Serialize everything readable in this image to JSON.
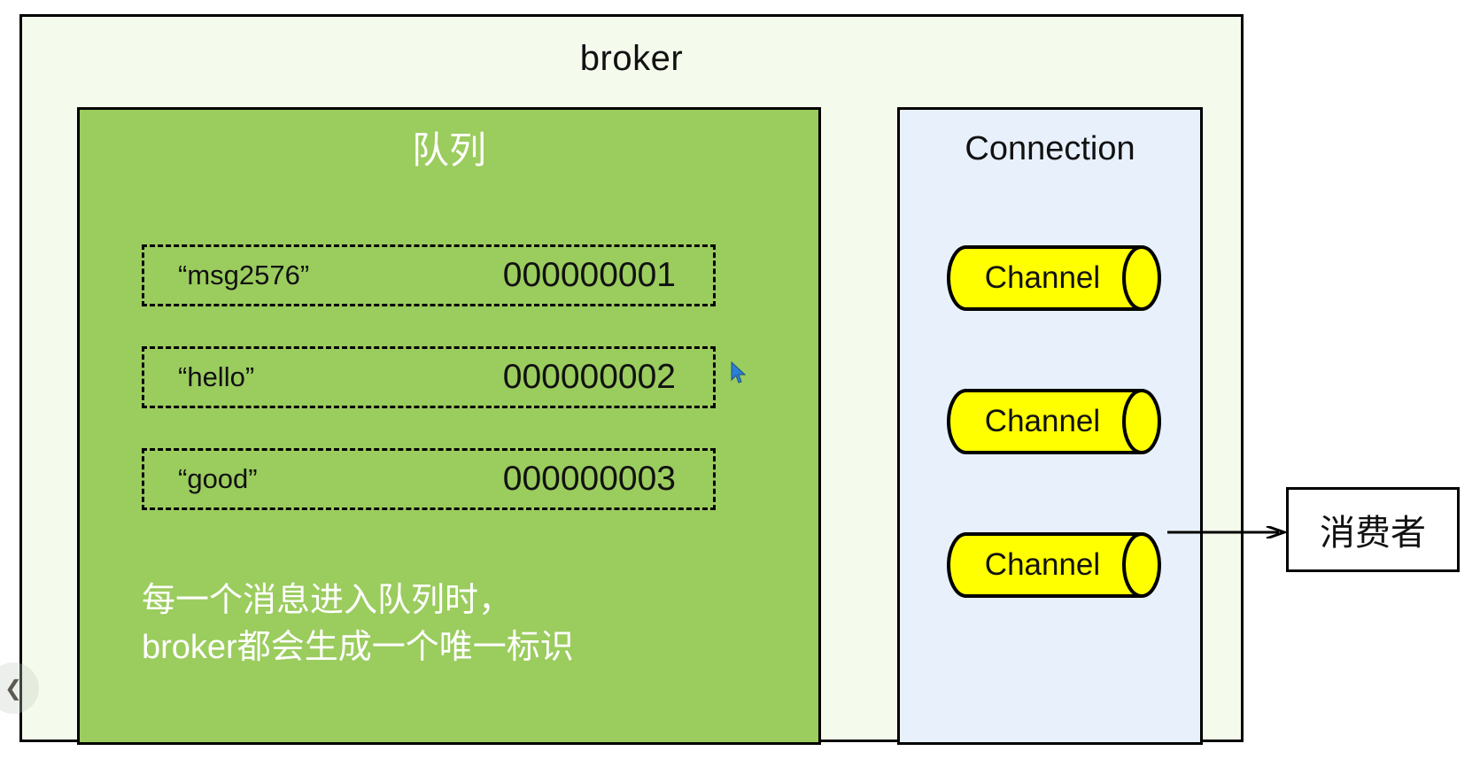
{
  "broker": {
    "title": "broker",
    "bg_color": "#f4fbec",
    "border_color": "#000000"
  },
  "queue": {
    "title": "队列",
    "bg_color": "#9bcc5e",
    "messages": [
      {
        "name": "“msg2576”",
        "id": "000000001"
      },
      {
        "name": "“hello”",
        "id": "000000002"
      },
      {
        "name": "“good”",
        "id": "000000003"
      }
    ],
    "note_line1": "每一个消息进入队列时，",
    "note_line2": "broker都会生成一个唯一标识"
  },
  "connection": {
    "title": "Connection",
    "bg_color": "#e8f1fb",
    "channels": [
      {
        "label": "Channel"
      },
      {
        "label": "Channel"
      },
      {
        "label": "Channel"
      }
    ],
    "channel_color": "#ffff00"
  },
  "consumer": {
    "label": "消费者"
  },
  "overlay": {
    "collapse_chevron": "❮"
  }
}
